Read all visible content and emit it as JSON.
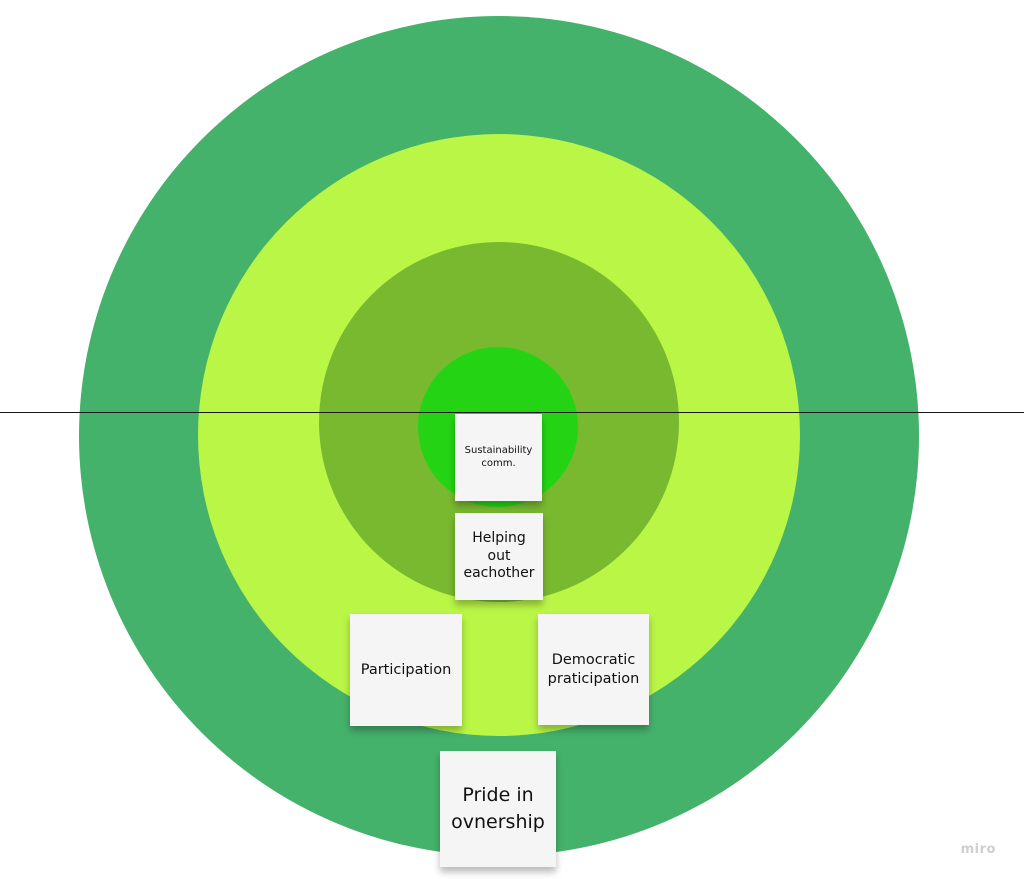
{
  "colors": {
    "ring_outer": "#45b26b",
    "ring_second": "#b9f646",
    "ring_third": "#79b930",
    "ring_inner": "#24d414",
    "divider": "#1a1a1a",
    "note_background": "#f4f5f4"
  },
  "notes": {
    "sustainability": "Sustainability comm.",
    "helping": "Helping out eachother",
    "participation": "Participation",
    "democratic": "Democratic praticipation",
    "pride": "Pride in ovnership"
  },
  "brand": {
    "watermark": "miro"
  }
}
